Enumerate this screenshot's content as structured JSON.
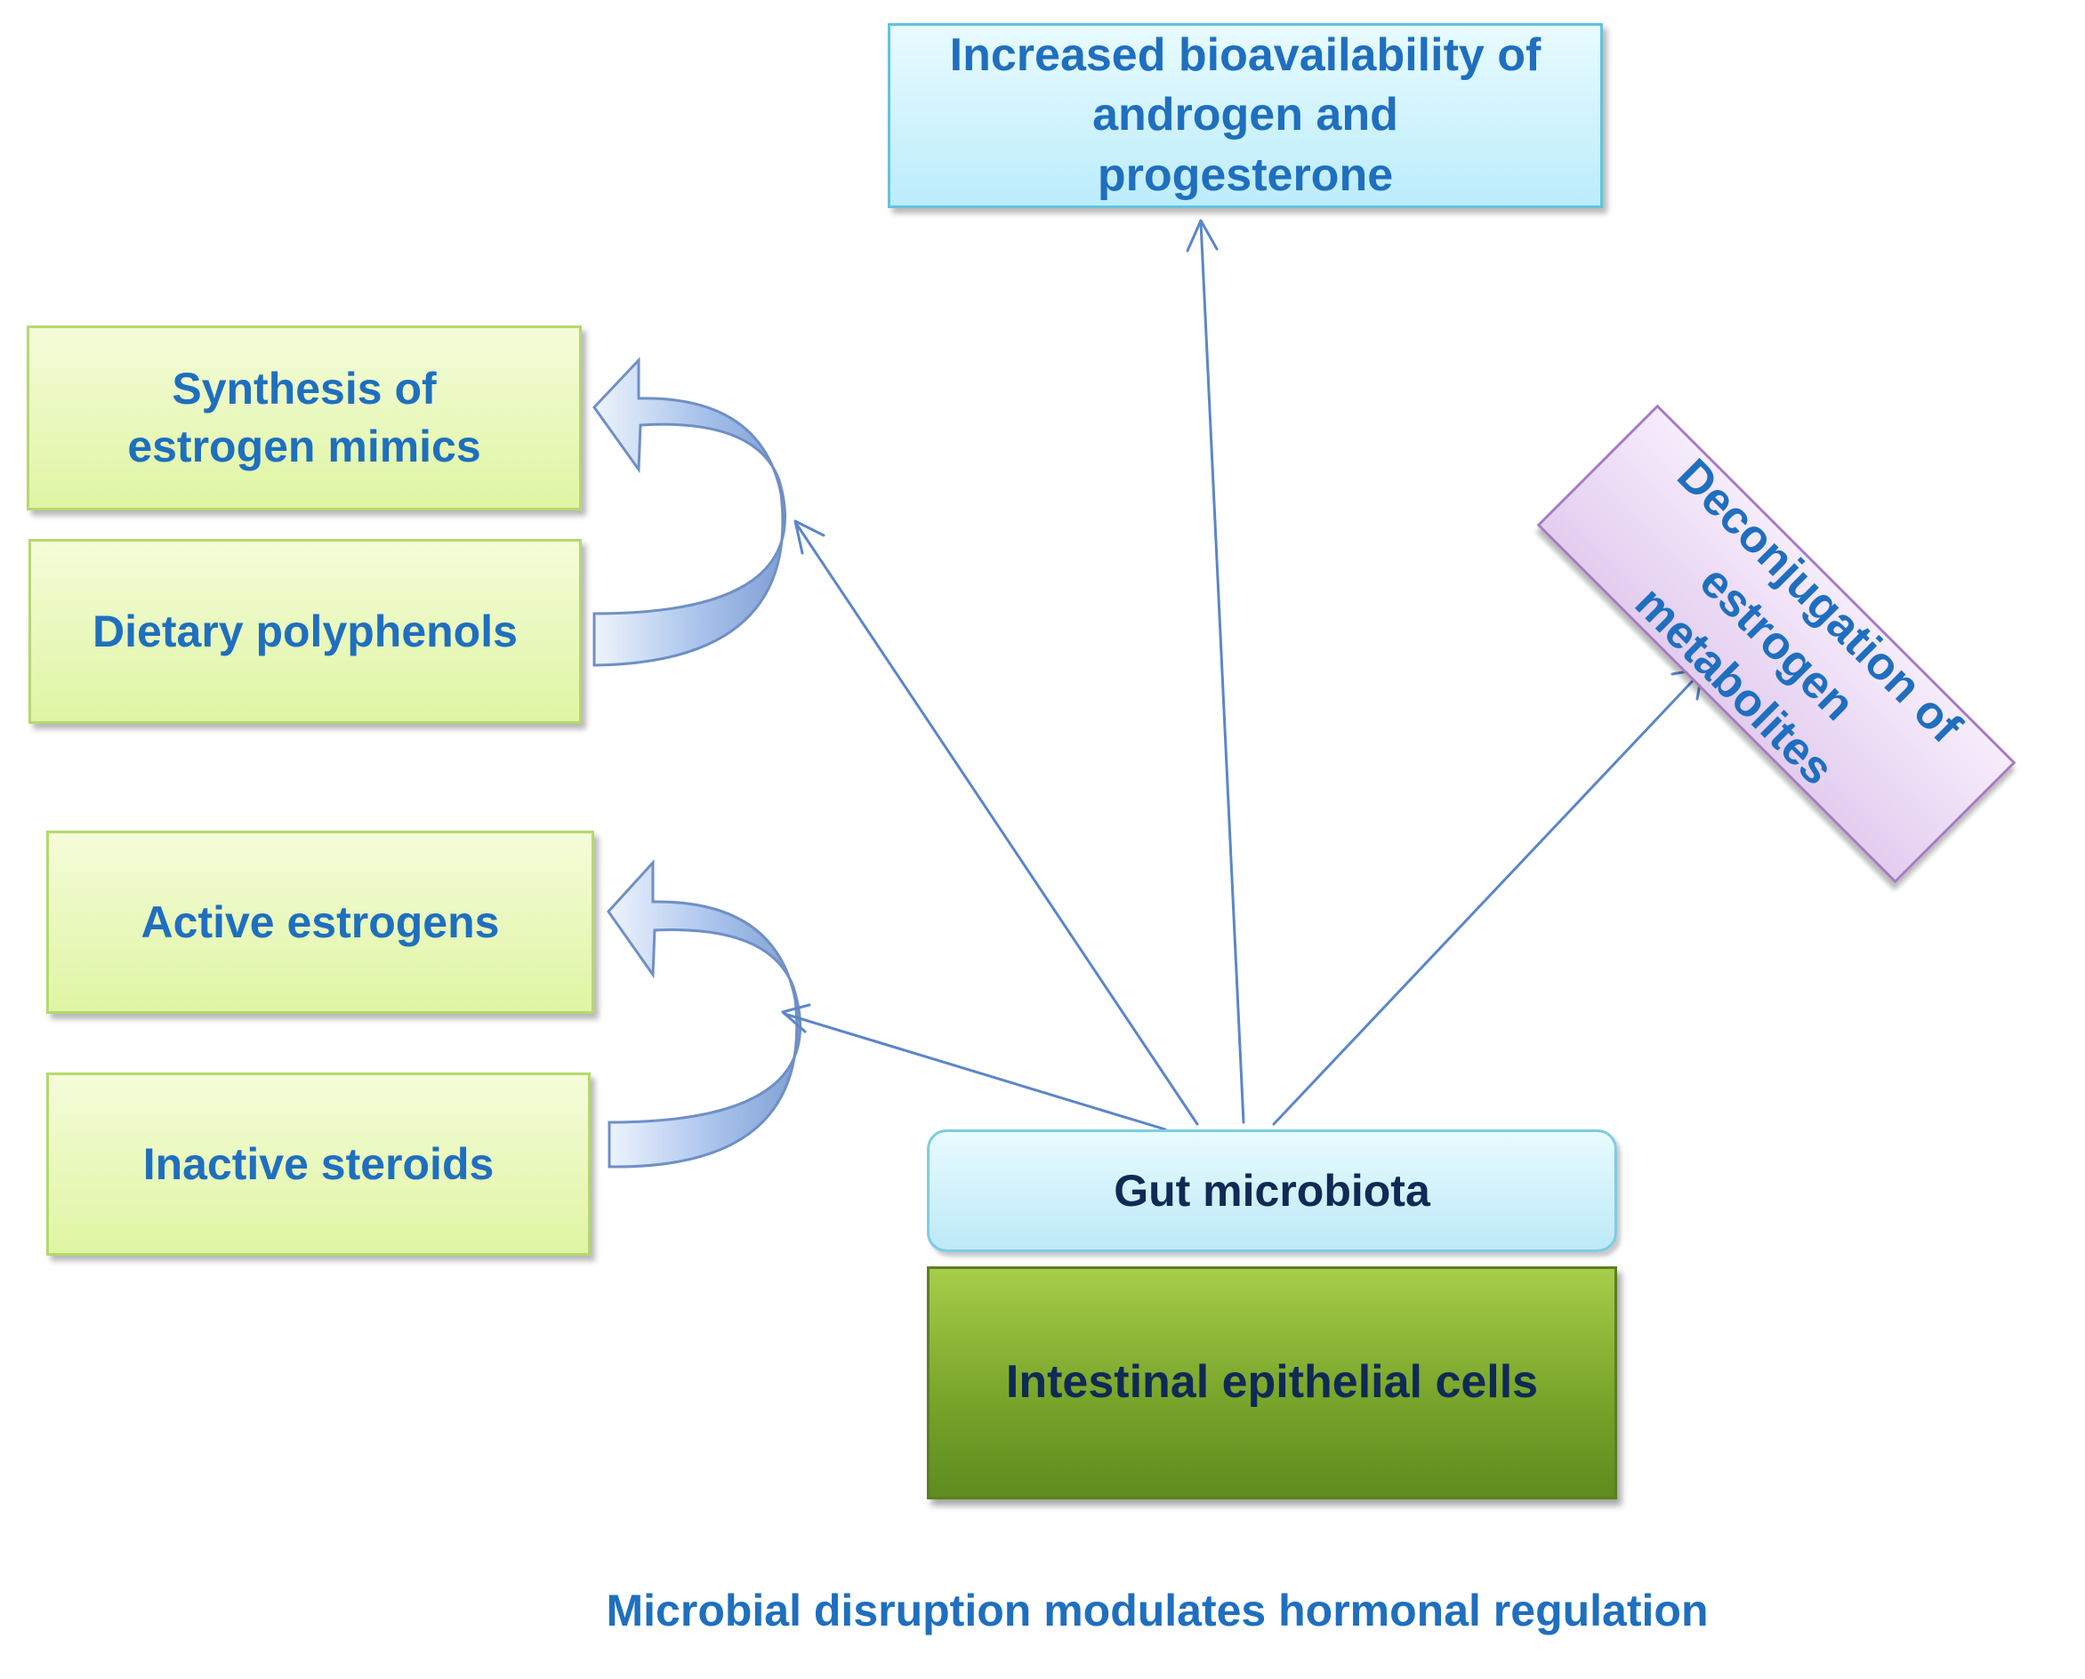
{
  "boxes": {
    "androgen": "Increased bioavailability of androgen and progesterone",
    "estrogen_mimics": "Synthesis of estrogen mimics",
    "polyphenols": "Dietary polyphenols",
    "active_estrogens": "Active estrogens",
    "inactive_steroids": "Inactive steroids",
    "deconjugation": "Deconjugation of estrogen metabolites",
    "gut": "Gut microbiota",
    "intestinal": "Intestinal epithelial cells"
  },
  "caption": "Microbial disruption modulates hormonal regulation",
  "colors": {
    "arrow_line": "#5b86c9",
    "text_blue": "#1f6fbf",
    "text_navy": "#0f2a55",
    "green_fill": "#dff5a3",
    "cyan_fill": "#bcecfb",
    "purple_fill": "#e3cdf0",
    "dark_green_fill": "#7aa62b"
  }
}
